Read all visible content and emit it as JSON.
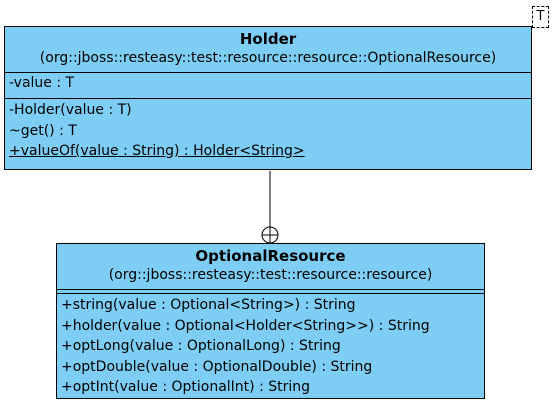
{
  "holder": {
    "name": "Holder",
    "package": "(org::jboss::resteasy::test::resource::resource::OptionalResource)",
    "type_param": "T",
    "attributes": [
      "-value : T"
    ],
    "operations": [
      "-Holder(value : T)",
      "~get() : T",
      "+valueOf(value : String) : Holder<String>"
    ]
  },
  "optional_resource": {
    "name": "OptionalResource",
    "package": "(org::jboss::resteasy::test::resource::resource)",
    "operations": [
      "+string(value : Optional<String>) : String",
      "+holder(value : Optional<Holder<String>>) : String",
      "+optLong(value : OptionalLong) : String",
      "+optDouble(value : OptionalDouble) : String",
      "+optInt(value : OptionalInt) : String"
    ]
  },
  "connector": {
    "type": "nesting",
    "from": "OptionalResource",
    "to": "Holder"
  }
}
